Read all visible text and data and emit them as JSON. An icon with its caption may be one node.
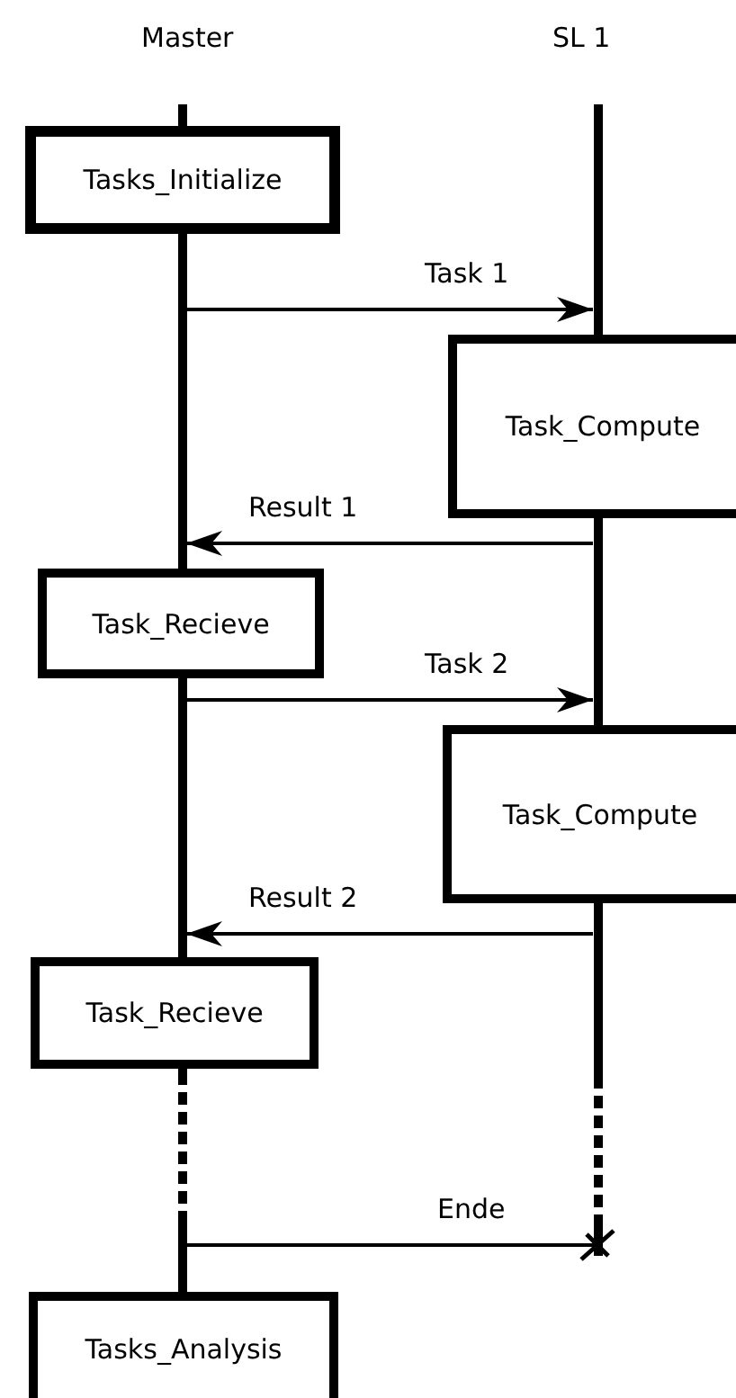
{
  "diagram": {
    "nodes": [
      {
        "text": [
          "Master"
        ]
      },
      {
        "text": [
          "SL 1"
        ]
      },
      {
        "text": [],
        "shape": "bar"
      },
      {
        "text": [],
        "shape": "bar"
      },
      {
        "text": [
          "Tasks_Initialize"
        ]
      },
      {
        "text": [],
        "shape": "bar"
      },
      {
        "text": [
          "Task_Compute"
        ]
      },
      {
        "text": [],
        "shape": "bar"
      },
      {
        "text": [
          "Task_Recieve"
        ]
      },
      {
        "text": [],
        "shape": "bar"
      },
      {
        "text": [
          "Task_Compute"
        ]
      },
      {
        "text": [],
        "shape": "bar"
      },
      {
        "text": [
          "Task_Recieve"
        ]
      },
      {
        "text": [],
        "shape": "bar"
      },
      {
        "text": [
          "Tasks_Analysis"
        ]
      }
    ],
    "edges": [
      {
        "from": 5,
        "to": 3,
        "arrow": "to",
        "label": "Task 1"
      },
      {
        "from": 7,
        "to": 5,
        "arrow": "to",
        "label": "Result 1"
      },
      {
        "from": 9,
        "to": 7,
        "arrow": "to",
        "label": "Task 2"
      },
      {
        "from": 11,
        "to": 9,
        "arrow": "to",
        "label": "Result 2"
      },
      {
        "from": 13,
        "to": 11,
        "arrow": "other",
        "label": "Ende"
      }
    ]
  }
}
